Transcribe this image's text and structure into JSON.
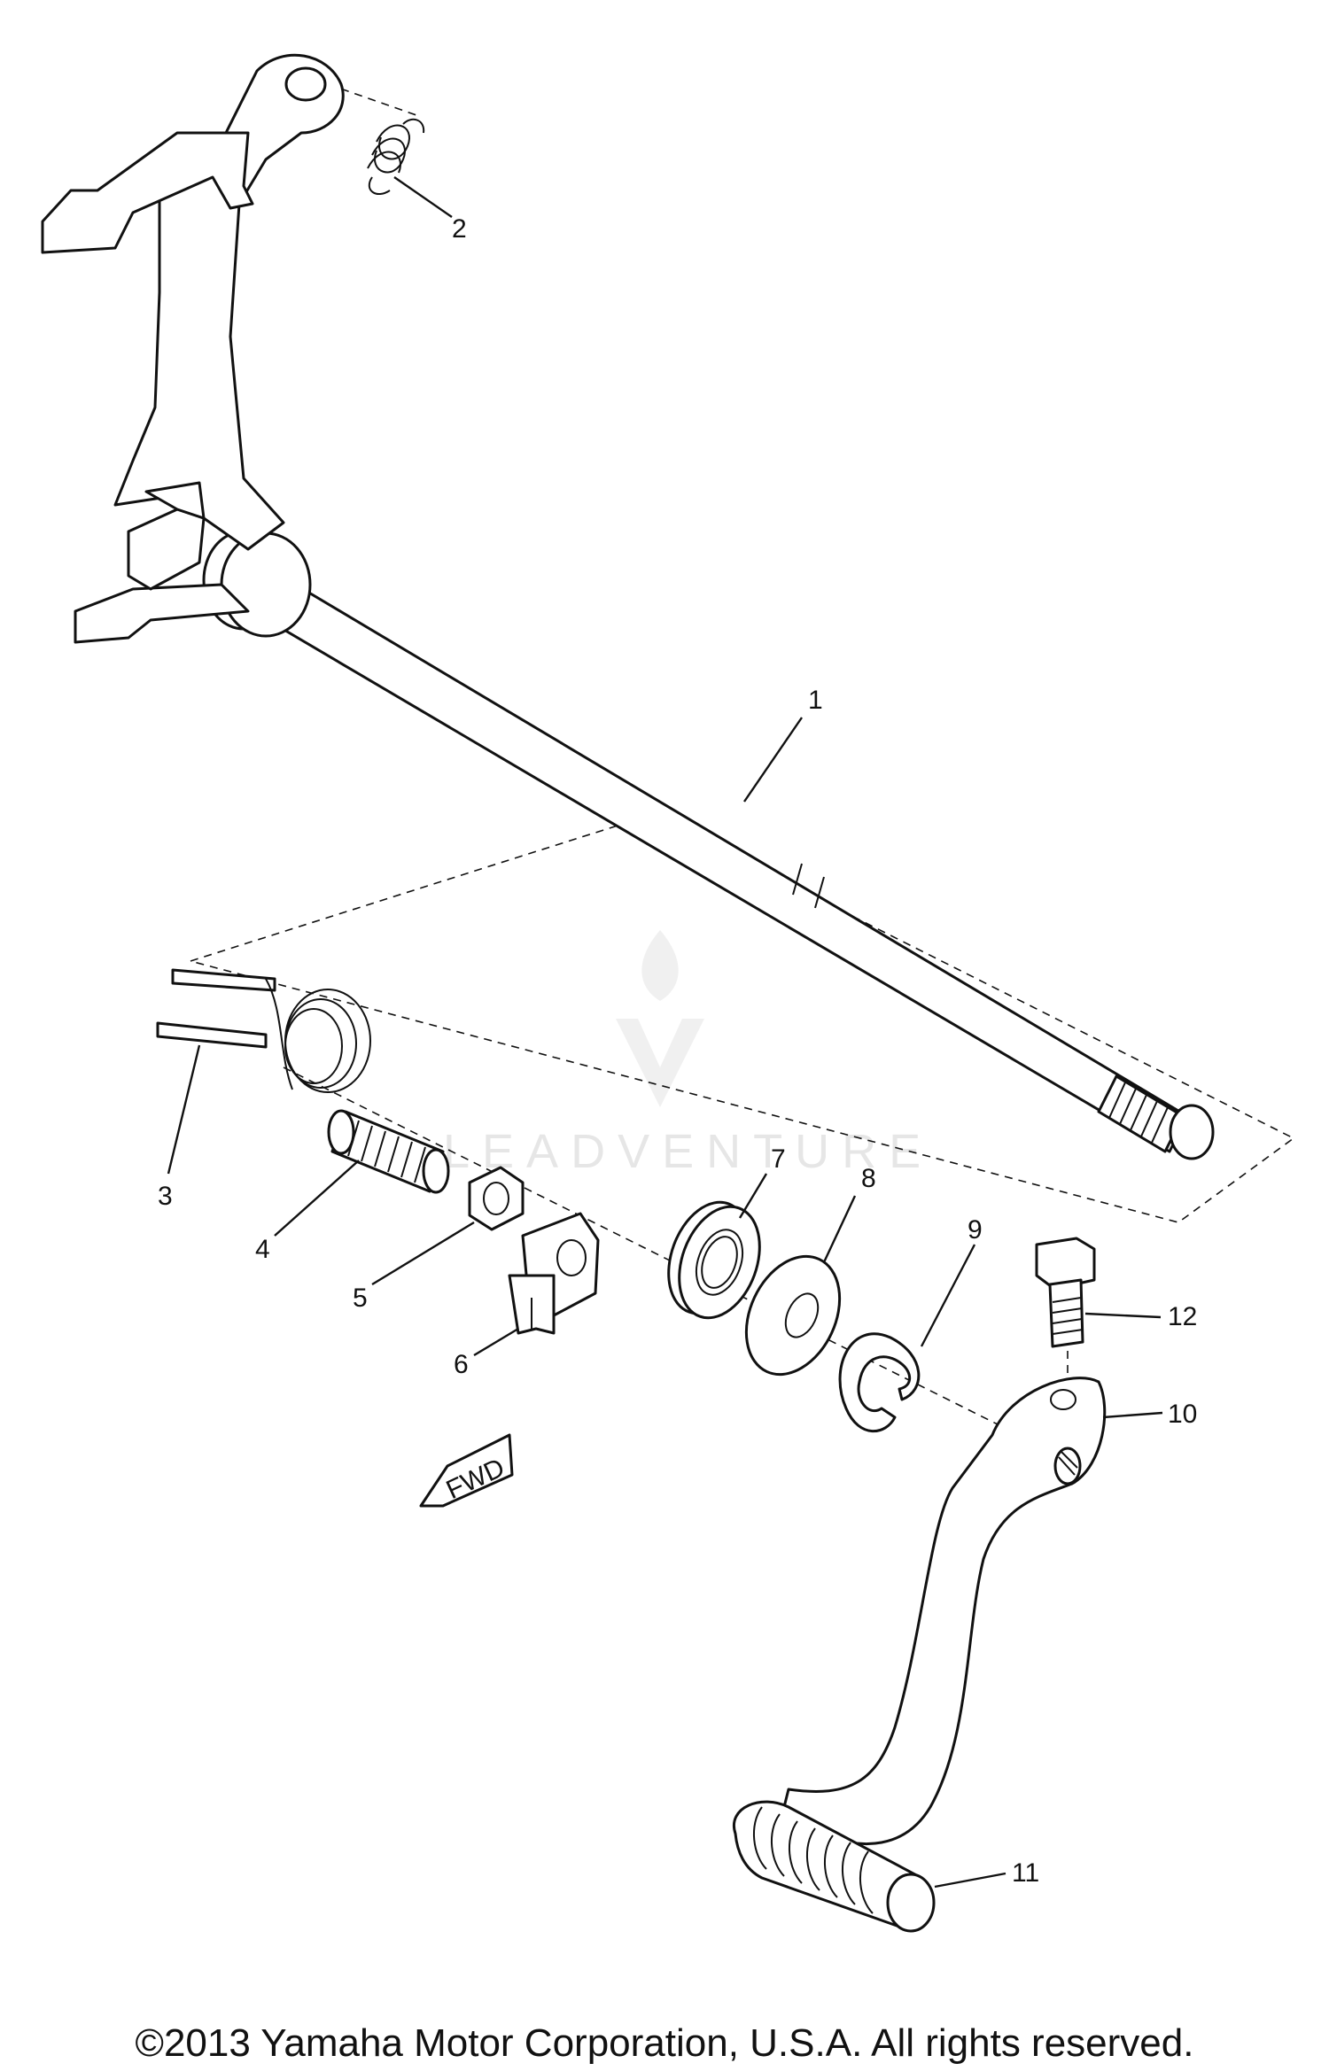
{
  "callouts": {
    "c1": "1",
    "c2": "2",
    "c3": "3",
    "c4": "4",
    "c5": "5",
    "c6": "6",
    "c7": "7",
    "c8": "8",
    "c9": "9",
    "c10": "10",
    "c11": "11",
    "c12": "12"
  },
  "fwd_label": "FWD",
  "watermark": "LEADVENTURE",
  "copyright": "©2013 Yamaha Motor Corporation, U.S.A. All rights reserved."
}
